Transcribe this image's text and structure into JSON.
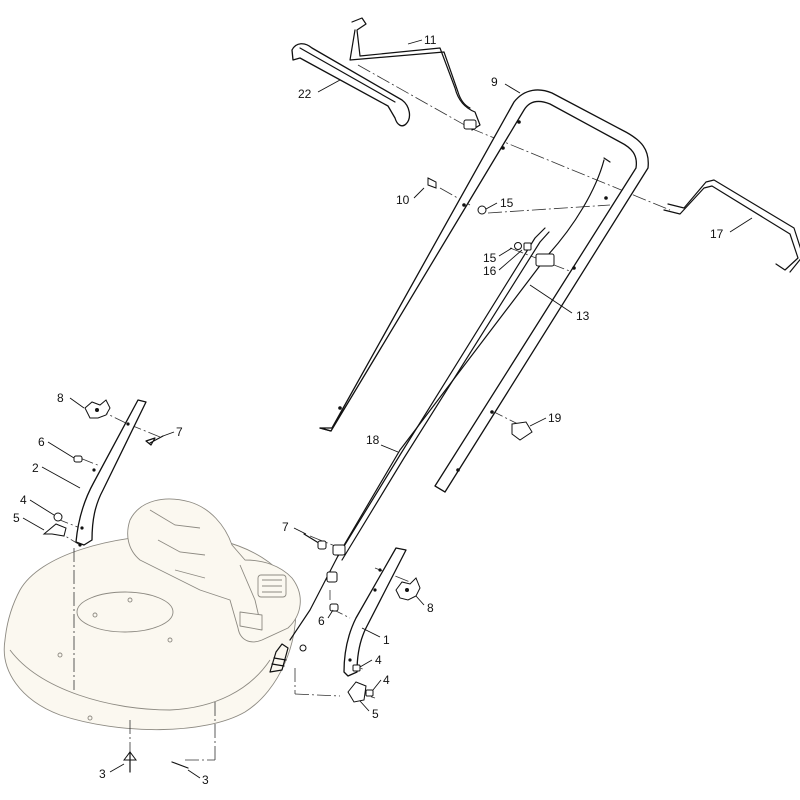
{
  "diagram": {
    "callouts": [
      {
        "id": "c-11",
        "label": "11"
      },
      {
        "id": "c-22",
        "label": "22"
      },
      {
        "id": "c-9",
        "label": "9"
      },
      {
        "id": "c-10",
        "label": "10"
      },
      {
        "id": "c-15a",
        "label": "15"
      },
      {
        "id": "c-17",
        "label": "17"
      },
      {
        "id": "c-15b",
        "label": "15"
      },
      {
        "id": "c-16",
        "label": "16"
      },
      {
        "id": "c-13",
        "label": "13"
      },
      {
        "id": "c-19",
        "label": "19"
      },
      {
        "id": "c-18",
        "label": "18"
      },
      {
        "id": "c-8a",
        "label": "8"
      },
      {
        "id": "c-7a",
        "label": "7"
      },
      {
        "id": "c-6a",
        "label": "6"
      },
      {
        "id": "c-2",
        "label": "2"
      },
      {
        "id": "c-4a",
        "label": "4"
      },
      {
        "id": "c-5a",
        "label": "5"
      },
      {
        "id": "c-7b",
        "label": "7"
      },
      {
        "id": "c-8b",
        "label": "8"
      },
      {
        "id": "c-6b",
        "label": "6"
      },
      {
        "id": "c-1",
        "label": "1"
      },
      {
        "id": "c-4b",
        "label": "4"
      },
      {
        "id": "c-4c",
        "label": "4"
      },
      {
        "id": "c-5b",
        "label": "5"
      },
      {
        "id": "c-3a",
        "label": "3"
      },
      {
        "id": "c-3b",
        "label": "3"
      }
    ]
  }
}
